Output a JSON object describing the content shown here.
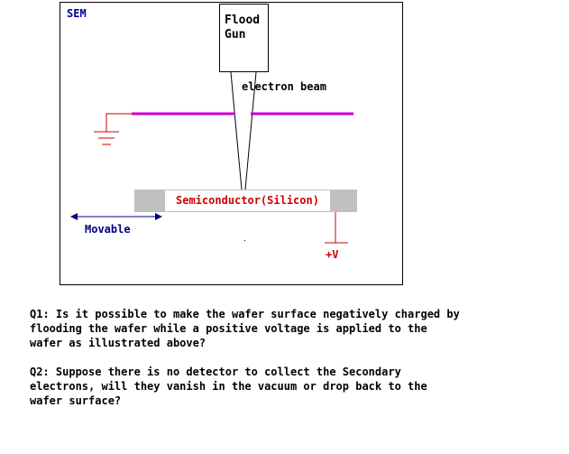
{
  "diagram": {
    "sem_label": "SEM",
    "flood_gun": [
      "Flood",
      "Gun"
    ],
    "beam_label": "electron beam",
    "wafer_label": "Semiconductor(Silicon)",
    "movable_label": "Movable",
    "voltage_label": "+V",
    "colors": {
      "sem_text": "#0000a0",
      "grid_line": "#cc00cc",
      "ground_symbol": "#cc0000",
      "wafer": "#c0c0c0",
      "wafer_text": "#cc0000",
      "movable_arrow": "#000080"
    }
  },
  "questions": {
    "q1": "Q1: Is it possible to make the wafer surface negatively charged by\nflooding the wafer while a positive voltage is applied to the\nwafer as illustrated above?",
    "q2": "Q2: Suppose there is no detector to collect the Secondary\nelectrons, will they vanish in the vacuum or drop back to the\nwafer surface?"
  }
}
